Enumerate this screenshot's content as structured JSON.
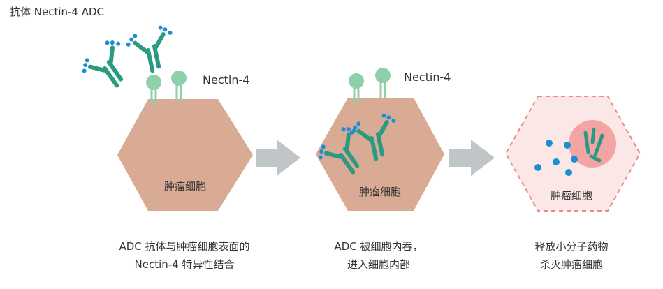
{
  "title": "抗体 Nectin-4 ADC",
  "colors": {
    "cell": "#d9aa94",
    "cell_dying": "#fbe7e6",
    "cell_dying_border": "#e88a8a",
    "nucleus": "#f3a5a5",
    "receptor": "#8fcfaa",
    "antibody": "#2a9a82",
    "payload": "#1a8fd6",
    "arrow": "#c0c5c8"
  },
  "stages": [
    {
      "receptor_label": "Nectin-4",
      "cell_label": "肿瘤细胞",
      "caption_line1": "ADC 抗体与肿瘤细胞表面的",
      "caption_line2": "Nectin-4 特异性结合"
    },
    {
      "receptor_label": "Nectin-4",
      "cell_label": "肿瘤细胞",
      "caption_line1": "ADC 被细胞内吞，",
      "caption_line2": "进入细胞内部"
    },
    {
      "receptor_label": "",
      "cell_label": "肿瘤细胞",
      "caption_line1": "释放小分子药物",
      "caption_line2": "杀灭肿瘤细胞"
    }
  ]
}
